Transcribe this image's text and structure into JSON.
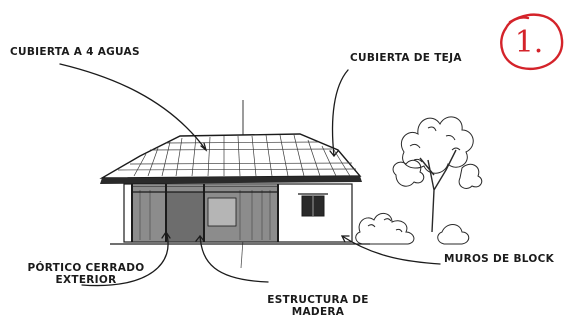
{
  "labels": {
    "roof_hip": "CUBIERTA A 4 AGUAS",
    "roof_tile": "CUBIERTA DE TEJA",
    "walls_block": "MUROS DE BLOCK",
    "porch_l1": "PÓRTICO CERRADO",
    "porch_l2": "EXTERIOR",
    "structure_l1": "ESTRUCTURA DE",
    "structure_l2": "MADERA"
  },
  "badge": {
    "number": "1.",
    "color": "#d4232a"
  },
  "colors": {
    "ink": "#1b1b1b",
    "porch_shade": "#8c8c8c",
    "roof_shade": "#3a3a3a"
  }
}
